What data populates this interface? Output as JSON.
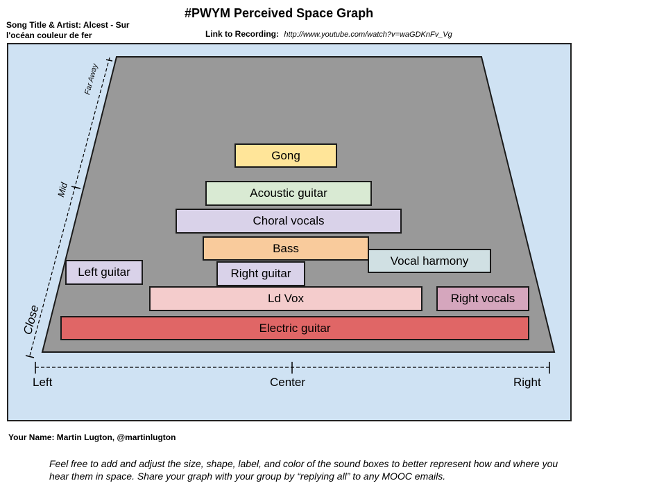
{
  "header": {
    "title": "#PWYM Perceived Space Graph",
    "song_label": "Song Title & Artist: Alcest - Sur l'océan couleur de fer",
    "link_label": "Link to Recording:",
    "link_url": "http://www.youtube.com/watch?v=waGDKnFv_Vg"
  },
  "graph": {
    "axis": {
      "left": "Left",
      "center": "Center",
      "right": "Right"
    },
    "depth": {
      "close": "Close",
      "mid": "Mid",
      "far": "Far Away"
    },
    "sound_boxes": [
      {
        "label": "Gong",
        "color": "#ffe599"
      },
      {
        "label": "Acoustic guitar",
        "color": "#d9ead3"
      },
      {
        "label": "Choral vocals",
        "color": "#d9d2e9"
      },
      {
        "label": "Bass",
        "color": "#f9cb9c"
      },
      {
        "label": "Vocal harmony",
        "color": "#d0e0e3"
      },
      {
        "label": "Left guitar",
        "color": "#d9d2e9"
      },
      {
        "label": "Right guitar",
        "color": "#d9d2e9"
      },
      {
        "label": "Ld Vox",
        "color": "#f4cccc"
      },
      {
        "label": "Right vocals",
        "color": "#d5a6bd"
      },
      {
        "label": "Electric guitar",
        "color": "#e06666"
      }
    ]
  },
  "footer": {
    "name": "Your Name: Martin Lugton, @martinlugton",
    "note": "Feel free to add and adjust the size, shape, label, and color of the sound boxes to better represent how and where you hear them in space. Share your graph with your group by “replying all” to any MOOC emails."
  }
}
